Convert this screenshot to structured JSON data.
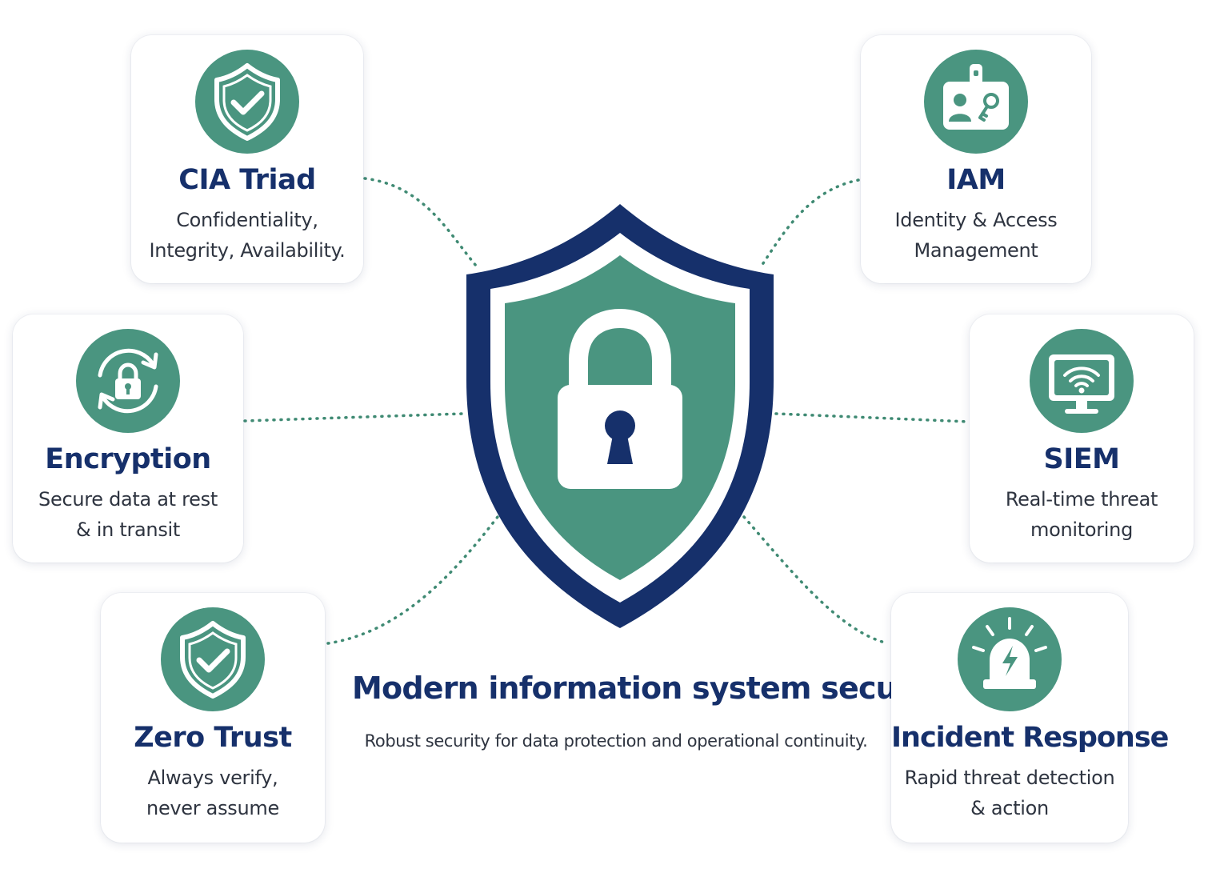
{
  "colors": {
    "navy": "#16306b",
    "teal": "#4a9580",
    "dots": "#3f8a73",
    "text": "#2e3440",
    "white": "#ffffff"
  },
  "main": {
    "title": "Modern information system security",
    "subtitle": "Robust security for data protection and operational continuity.",
    "icon": "shield-lock-icon"
  },
  "cards": {
    "cia": {
      "title": "CIA Triad",
      "description": "Confidentiality,\nIntegrity, Availability.",
      "icon": "shield-check-icon"
    },
    "iam": {
      "title": "IAM",
      "description": "Identity & Access\nManagement",
      "icon": "id-badge-key-icon"
    },
    "encryption": {
      "title": "Encryption",
      "description": "Secure data at rest\n& in transit",
      "icon": "lock-cycle-icon"
    },
    "siem": {
      "title": "SIEM",
      "description": "Real-time threat\nmonitoring",
      "icon": "monitor-wifi-icon"
    },
    "zerotrust": {
      "title": "Zero Trust",
      "description": "Always verify,\nnever assume",
      "icon": "shield-check-icon"
    },
    "incident": {
      "title": "Incident Response",
      "description": "Rapid threat detection\n& action",
      "icon": "alarm-siren-icon"
    }
  }
}
